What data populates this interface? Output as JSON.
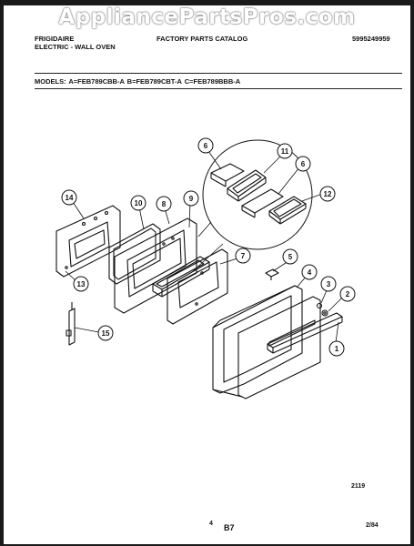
{
  "watermark": "AppliancePartsPros.com",
  "header": {
    "brand": "FRIGIDAIRE",
    "product": "ELECTRIC - WALL OVEN",
    "catalog": "FACTORY PARTS CATALOG",
    "part_number": "5995249959"
  },
  "models": "MODELS:  A=FEB789CBB-A   B=FEB789CBT-A   C=FEB789BBB-A",
  "callouts": [
    "1",
    "2",
    "3",
    "4",
    "5",
    "6",
    "7",
    "8",
    "9",
    "10",
    "11",
    "12",
    "13",
    "14",
    "15"
  ],
  "footer": {
    "diagram_number": "2119",
    "small_number": "4",
    "page": "B7",
    "date": "2/84"
  }
}
